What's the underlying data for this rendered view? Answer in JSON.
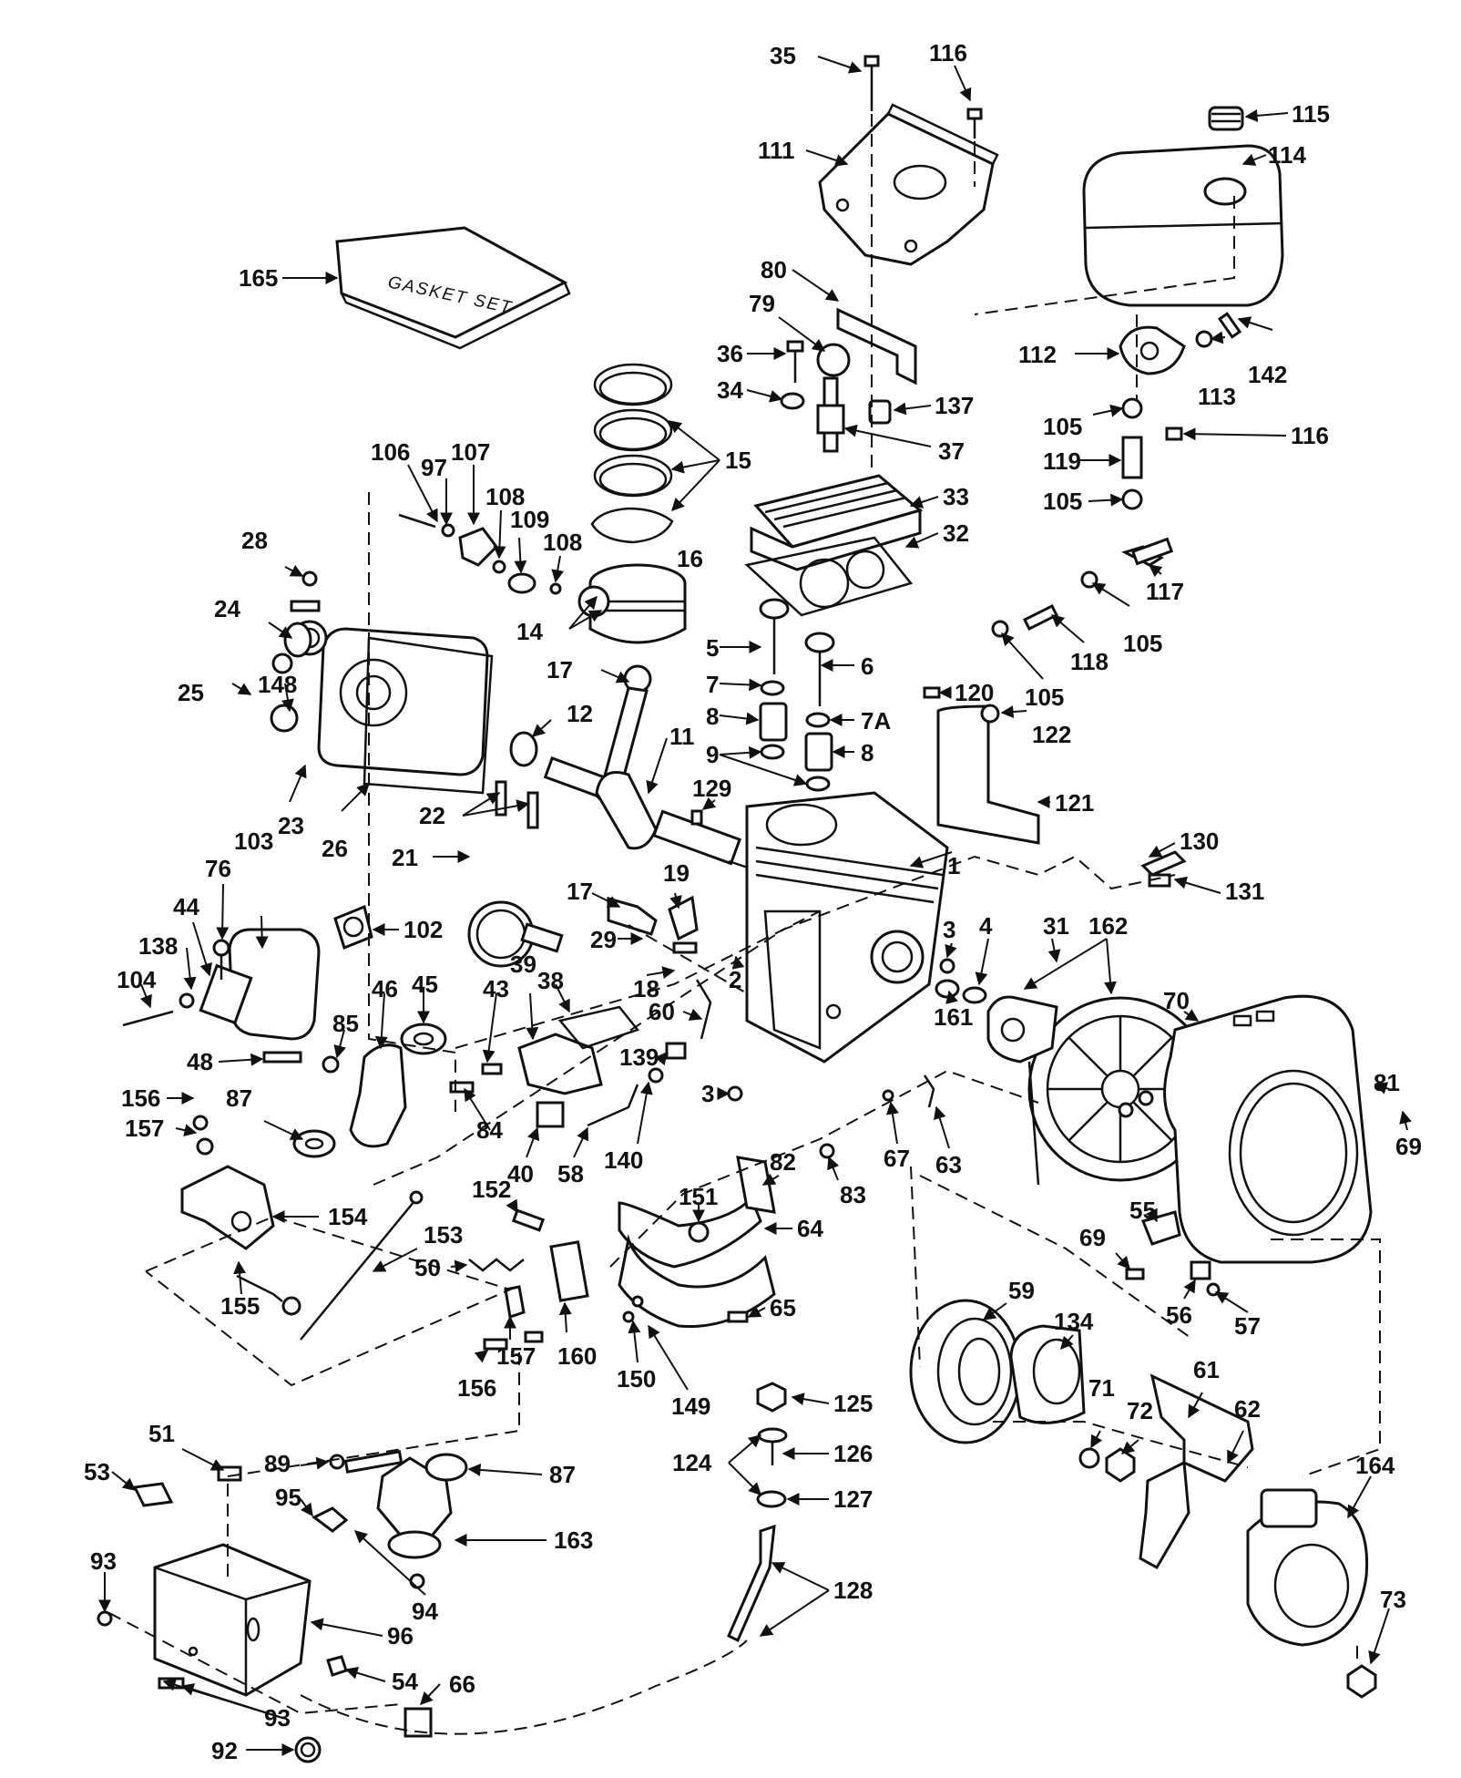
{
  "gasket_box_label": "GASKET SET",
  "callouts": {
    "c35": "35",
    "c116a": "116",
    "c115": "115",
    "c114": "114",
    "c111": "111",
    "c165": "165",
    "c80": "80",
    "c79": "79",
    "c36": "36",
    "c34": "34",
    "c137": "137",
    "c37": "37",
    "c112": "112",
    "c113": "113",
    "c142": "142",
    "c105a": "105",
    "c116b": "116",
    "c119": "119",
    "c105b": "105",
    "c15": "15",
    "c33": "33",
    "c32": "32",
    "c117": "117",
    "c105c": "105",
    "c118": "118",
    "c105d": "105",
    "c106": "106",
    "c97": "97",
    "c107": "107",
    "c108a": "108",
    "c109": "109",
    "c108b": "108",
    "c16": "16",
    "c28": "28",
    "c24": "24",
    "c14": "14",
    "c5": "5",
    "c6": "6",
    "c7": "7",
    "c7a": "7A",
    "c8a": "8",
    "c8b": "8",
    "c9": "9",
    "c17a": "17",
    "c12": "12",
    "c11": "11",
    "c129": "129",
    "c120": "120",
    "c122": "122",
    "c121": "121",
    "c25": "25",
    "c148": "148",
    "c23": "23",
    "c26": "26",
    "c22": "22",
    "c21": "21",
    "c130": "130",
    "c131": "131",
    "c1": "1",
    "c103": "103",
    "c76": "76",
    "c44": "44",
    "c102": "102",
    "c17b": "17",
    "c19": "19",
    "c29": "29",
    "c3a": "3",
    "c4": "4",
    "c31": "31",
    "c162": "162",
    "c138": "138",
    "c104": "104",
    "c18": "18",
    "c2": "2",
    "c70": "70",
    "c161": "161",
    "c38": "38",
    "c43": "43",
    "c39": "39",
    "c85": "85",
    "c46": "46",
    "c45": "45",
    "c60": "60",
    "c139": "139",
    "c48": "48",
    "c3b": "3",
    "c81": "81",
    "c69a": "69",
    "c156a": "156",
    "c157a": "157",
    "c87a": "87",
    "c84": "84",
    "c40": "40",
    "c58": "58",
    "c140": "140",
    "c82": "82",
    "c83": "83",
    "c67": "67",
    "c63": "63",
    "c154": "154",
    "c152": "152",
    "c151": "151",
    "c64": "64",
    "c153": "153",
    "c55": "55",
    "c69b": "69",
    "c50": "50",
    "c155": "155",
    "c65": "65",
    "c59": "59",
    "c134": "134",
    "c56": "56",
    "c57": "57",
    "c157b": "157",
    "c160": "160",
    "c150": "150",
    "c149": "149",
    "c156b": "156",
    "c71": "71",
    "c72": "72",
    "c61": "61",
    "c125": "125",
    "c62": "62",
    "c51": "51",
    "c89": "89",
    "c87b": "87",
    "c124": "124",
    "c126": "126",
    "c53": "53",
    "c164": "164",
    "c95": "95",
    "c127": "127",
    "c163": "163",
    "c93a": "93",
    "c94": "94",
    "c128": "128",
    "c96": "96",
    "c73": "73",
    "c54": "54",
    "c66": "66",
    "c93b": "93",
    "c92": "92"
  }
}
